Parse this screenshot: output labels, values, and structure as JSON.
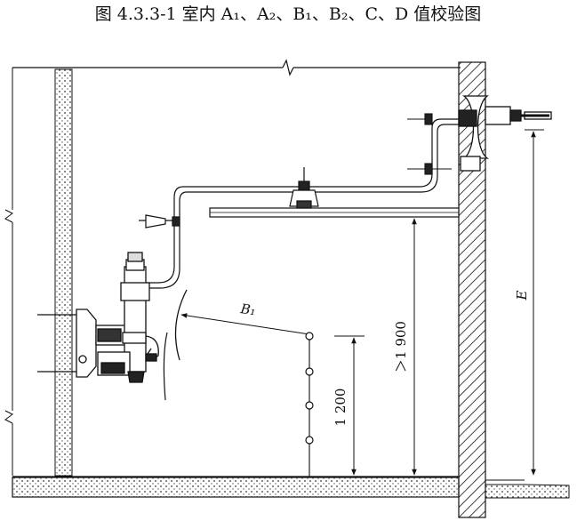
{
  "figure": {
    "title": "图 4.3.3-1  室内 A₁、A₂、B₁、B₂、C、D 值校验图"
  },
  "labels": {
    "b1": "B₁",
    "dim_1200": "1 200",
    "dim_1900": "＞1 900",
    "dim_e": "E"
  }
}
